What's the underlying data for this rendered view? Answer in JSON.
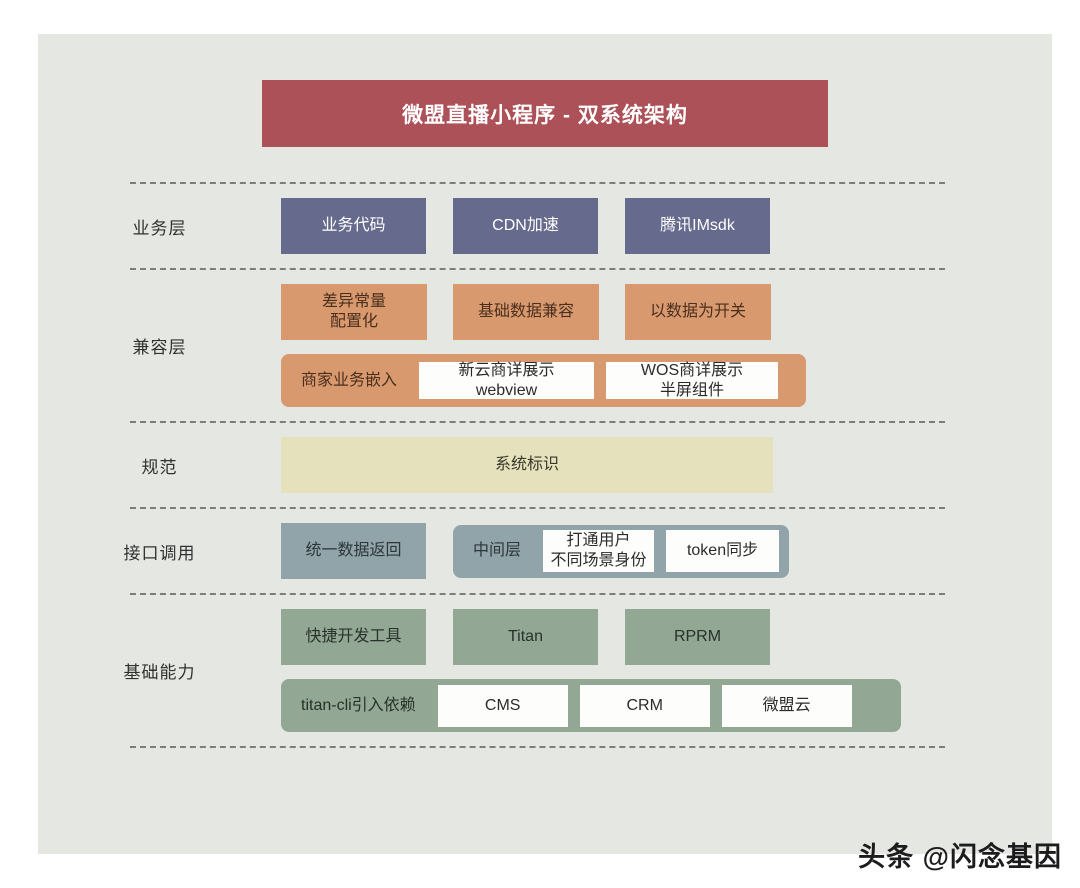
{
  "title": {
    "text": "微盟直播小程序 - 双系统架构",
    "banner_color": "#ad5158"
  },
  "canvas": {
    "background": "#e4e7e2"
  },
  "palette": {
    "business": "#666a8c",
    "compat": "#d9996f",
    "spec": "#e4e1bc",
    "api": "#90a4a9",
    "base": "#93a894",
    "chip": "#fdfdfb",
    "divider": "#7b7f7b"
  },
  "layers": [
    {
      "label": "业务层",
      "rows": [
        {
          "boxes": [
            {
              "label": "业务代码"
            },
            {
              "label": "CDN加速"
            },
            {
              "label": "腾讯IMsdk"
            }
          ]
        }
      ]
    },
    {
      "label": "兼容层",
      "rows": [
        {
          "boxes": [
            {
              "label": "差异常量\n配置化"
            },
            {
              "label": "基础数据兼容"
            },
            {
              "label": "以数据为开关"
            }
          ]
        },
        {
          "group_label": "商家业务嵌入",
          "chips": [
            {
              "label": "新云商详展示\nwebview"
            },
            {
              "label": "WOS商详展示\n半屏组件"
            }
          ]
        }
      ]
    },
    {
      "label": "规范",
      "rows": [
        {
          "boxes": [
            {
              "label": "系统标识"
            }
          ]
        }
      ]
    },
    {
      "label": "接口调用",
      "rows": [
        {
          "boxes": [
            {
              "label": "统一数据返回"
            }
          ],
          "group_label": "中间层",
          "chips": [
            {
              "label": "打通用户\n不同场景身份"
            },
            {
              "label": "token同步"
            }
          ]
        }
      ]
    },
    {
      "label": "基础能力",
      "rows": [
        {
          "boxes": [
            {
              "label": "快捷开发工具"
            },
            {
              "label": "Titan"
            },
            {
              "label": "RPRM"
            }
          ]
        },
        {
          "group_label": "titan-cli引入依赖",
          "chips": [
            {
              "label": "CMS"
            },
            {
              "label": "CRM"
            },
            {
              "label": "微盟云"
            }
          ]
        }
      ]
    }
  ],
  "watermark": {
    "text": "头条 @闪念基因"
  }
}
